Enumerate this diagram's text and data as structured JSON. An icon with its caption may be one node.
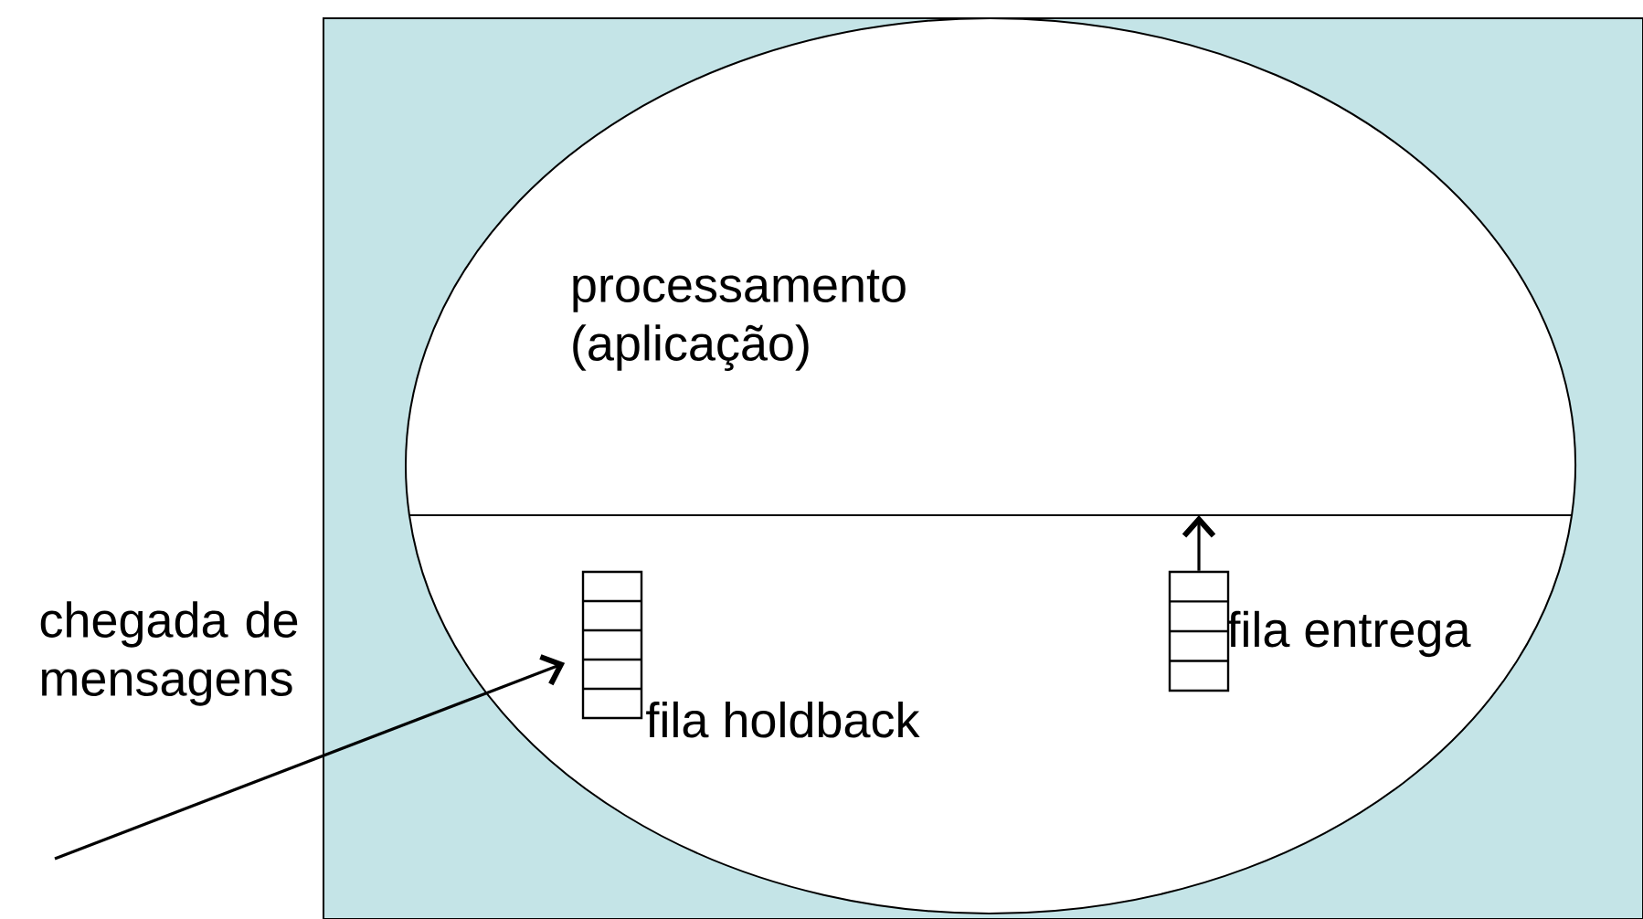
{
  "diagram": {
    "nodes": [
      {
        "text": [
          "processamento (aplicação)"
        ]
      },
      {
        "text": [],
        "shape": "bar",
        "beside": [
          "fila holdback"
        ]
      },
      {
        "text": [],
        "shape": "bar",
        "beside": [
          "fila entrega"
        ]
      }
    ],
    "edges": [
      {
        "from": null,
        "to": 1,
        "arrow": "to",
        "label": "chegada de mensagens"
      },
      {
        "from": 2,
        "to": 0,
        "arrow": "to"
      }
    ]
  }
}
